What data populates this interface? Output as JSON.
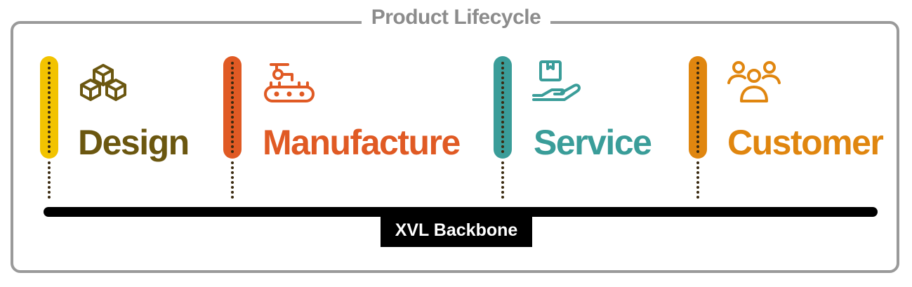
{
  "title": "Product Lifecycle",
  "stages": [
    {
      "label": "Design",
      "color": "#6b5710",
      "pill_color": "#f2c300",
      "icon": "cubes-icon"
    },
    {
      "label": "Manufacture",
      "color": "#e05a24",
      "pill_color": "#e05a24",
      "icon": "factory-conveyor-icon"
    },
    {
      "label": "Service",
      "color": "#3a9d99",
      "pill_color": "#3a9d99",
      "icon": "hand-package-icon"
    },
    {
      "label": "Customer",
      "color": "#e0860f",
      "pill_color": "#e0860f",
      "icon": "people-group-icon"
    }
  ],
  "backbone": {
    "label": "XVL Backbone",
    "color": "#000000"
  }
}
